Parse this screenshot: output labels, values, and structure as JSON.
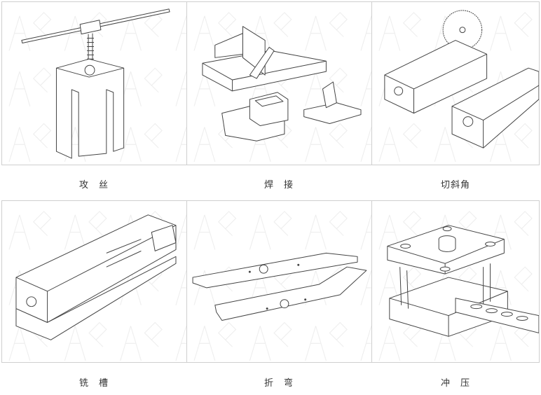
{
  "processes": [
    {
      "caption": "攻　丝",
      "icon": "tapping-illustration"
    },
    {
      "caption": "焊　接",
      "icon": "welding-illustration"
    },
    {
      "caption": "切斜角",
      "icon": "miter-cut-illustration"
    },
    {
      "caption": "铣　槽",
      "icon": "slot-milling-illustration"
    },
    {
      "caption": "折　弯",
      "icon": "bending-illustration"
    },
    {
      "caption": "冲　压",
      "icon": "stamping-illustration"
    }
  ]
}
